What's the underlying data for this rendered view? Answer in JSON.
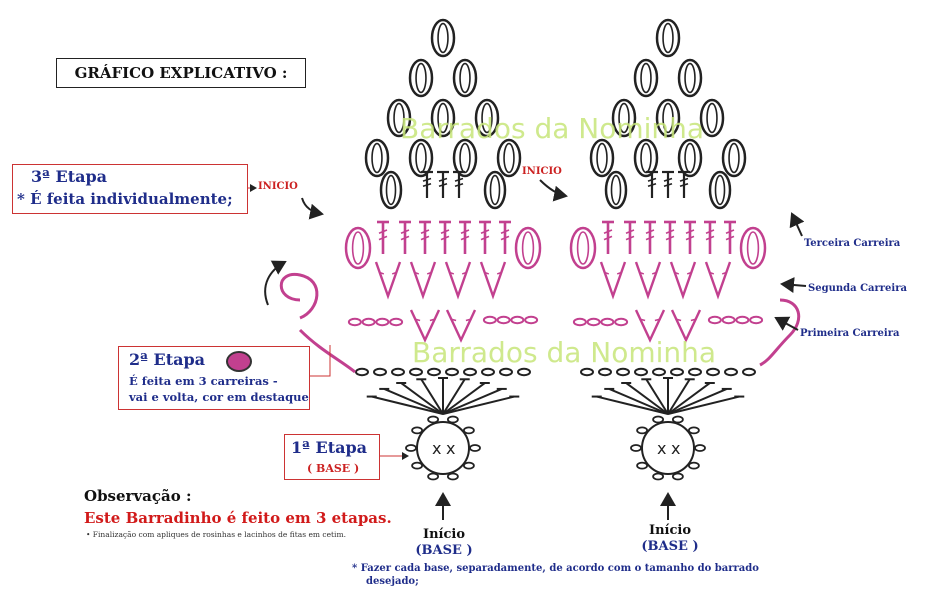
{
  "title": "GRÁFICO EXPLICATIVO :",
  "stage3": {
    "title": "3ª Etapa",
    "desc": "* É feita individualmente;",
    "pointer": "INICIO"
  },
  "inicio_top": "INICIO",
  "stage2": {
    "title": "2ª Etapa",
    "line1": "É feita em 3 carreiras -",
    "line2": "vai e volta, cor em destaque"
  },
  "stage1": {
    "title": "1ª Etapa",
    "subtitle": "( BASE )"
  },
  "rows": {
    "third": "Terceira Carreira",
    "second": "Segunda Carreira",
    "first": "Primeira Carreira"
  },
  "start_left": {
    "label": "Início",
    "base": "(BASE )"
  },
  "start_right": {
    "label": "Início",
    "base": "(BASE )"
  },
  "observation": {
    "heading": "Observação :",
    "main": "Este Barradinho é feito em 3 etapas.",
    "small": "• Finalização com apliques de rosinhas e lacinhos de fitas em cetim."
  },
  "note": {
    "line1": "* Fazer cada base, separadamente, de acordo com o tamanho do barrado",
    "line2": "desejado;"
  },
  "watermark": "Barrados da Nominha",
  "colors": {
    "ink": "#222222",
    "pink": "#c2408f",
    "blue": "#1f2d8a",
    "red": "#cc2222",
    "watermark": "#c7e67a"
  }
}
